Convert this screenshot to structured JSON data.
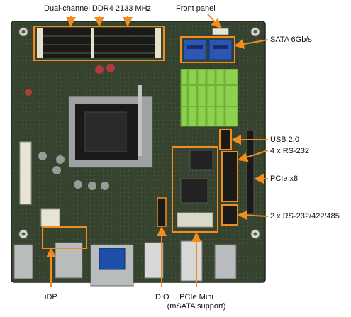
{
  "labels": {
    "ddr4": "Dual-channel DDR4 2133 MHz",
    "front_panel": "Front panel",
    "sata": "SATA 6Gb/s",
    "usb": "USB 2.0",
    "rs232": "4 x RS-232",
    "pcie_x8": "PCIe x8",
    "rs485": "2 x RS-232/422/485",
    "idp": "iDP",
    "dio": "DIO",
    "pcie_mini_1": "PCIe Mini",
    "pcie_mini_2": "(mSATA support)"
  },
  "colors": {
    "callout": "#f28c1e",
    "pcb": "#34402f",
    "heatsink": "#8ed14f",
    "label_text": "#111111"
  }
}
